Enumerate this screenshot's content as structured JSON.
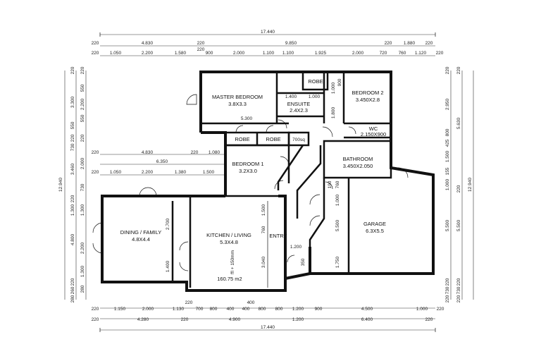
{
  "rooms": {
    "master_bedroom": {
      "name": "MASTER BEDROOM",
      "dim": "3.8X3.3"
    },
    "robe_top": {
      "name": "ROBE"
    },
    "ensuite": {
      "name": "ENSUITE",
      "dim": "2.4X2.3"
    },
    "bedroom2": {
      "name": "BEDROOM 2",
      "dim": "3.450X2.8"
    },
    "robe_left": {
      "name": "ROBE"
    },
    "robe_right": {
      "name": "ROBE"
    },
    "linen": {
      "name": "700sq"
    },
    "wc": {
      "name": "WC",
      "dim": "2.150X900"
    },
    "bedroom1": {
      "name": "BEDROOM 1",
      "dim": "3.2X3.0"
    },
    "bathroom": {
      "name": "BATHROOM",
      "dim": "3.450X2.050"
    },
    "dining": {
      "name": "DINING / FAMILY",
      "dim": "4.8X4.4"
    },
    "kitchen": {
      "name": "KITCHEN / LIVING",
      "dim": "5.3X4.8"
    },
    "garage": {
      "name": "GARAGE",
      "dim": "6.3X5.5"
    },
    "entry": {
      "name": "ENTRY"
    },
    "area": "160.75 m2",
    "ffl": "ffl + 150mm"
  },
  "inner_dims": {
    "ens_w": "1.400",
    "ens_w2": "1.000",
    "ens_h1": "1.800",
    "ens_h2": "1.000",
    "ens_h3": "900",
    "robe_w": "5.300",
    "k_w1": "2.700",
    "k_w2": "1.400",
    "k_h1": "1.500",
    "k_h2": "760",
    "k_h3": "3.040",
    "entry_w": "1.200",
    "e_350": "350",
    "g_190": "190",
    "g_1000": "1.000",
    "g_760": "760",
    "g_5500": "5.500",
    "g_1750": "1.750"
  },
  "top_dims": {
    "total": "17.440",
    "row2": [
      "220",
      "4.830",
      "220",
      "9.850",
      "220",
      "1.880",
      "220"
    ],
    "row3": [
      "220",
      "1.050",
      "2.200",
      "1.580",
      "900",
      "2.000",
      "1.100",
      "1.100",
      "1.925",
      "2.000",
      "720",
      "760",
      "1.120",
      "220"
    ],
    "mid_220": "220"
  },
  "mid_dims": {
    "row1": [
      "220",
      "4.830",
      "220",
      "1.080"
    ],
    "row2": "6.350",
    "row3": [
      "220",
      "1.050",
      "2.200",
      "1.380",
      "1.500"
    ]
  },
  "bottom_dims": {
    "row1": [
      "220",
      "1.150",
      "2.000",
      "1.130",
      "700",
      "800",
      "400",
      "400",
      "800",
      "800",
      "1.200",
      "900",
      "4.500",
      "1.000",
      "220"
    ],
    "row1_top": [
      "220",
      "400"
    ],
    "row2": [
      "220",
      "4.280",
      "220",
      "4.900",
      "1.200",
      "6.400",
      "220"
    ],
    "total": "17.440"
  },
  "left_dims": {
    "total": "12.940",
    "col1": [
      "220",
      "3.300",
      "550",
      "220",
      "730",
      "3.460",
      "220",
      "1.300",
      "4.800",
      "220",
      "260",
      "280"
    ],
    "col2": [
      "220",
      "550",
      "2.200",
      "550",
      "220",
      "2.000",
      "730",
      "1.300",
      "2.200",
      "1.300",
      "280"
    ]
  },
  "right_dims": {
    "total": "12.940",
    "col1": [
      "220",
      "2.950",
      "800",
      "425",
      "1.500",
      "155",
      "1.000",
      "5.500",
      "220",
      "730",
      "220"
    ],
    "col2": [
      "220",
      "5.630",
      "220",
      "5.500",
      "220",
      "730",
      "220"
    ]
  }
}
